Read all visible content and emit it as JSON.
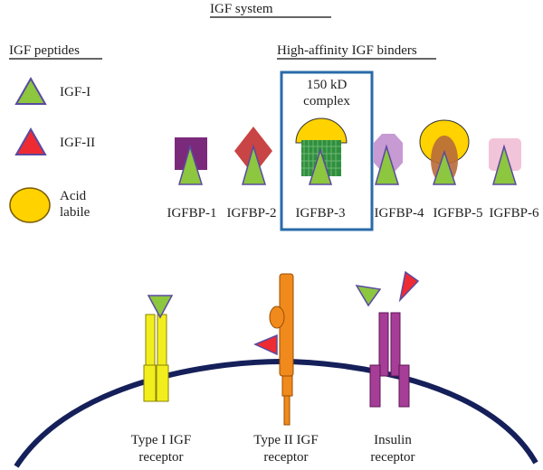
{
  "title": "IGF system",
  "left_section": {
    "heading": "IGF peptides",
    "items": [
      {
        "label": "IGF-I",
        "shape": "green-triangle-icon"
      },
      {
        "label": "IGF-II",
        "shape": "red-triangle-icon"
      },
      {
        "label_line1": "Acid",
        "label_line2": "labile",
        "shape": "yellow-oval-icon"
      }
    ]
  },
  "binders_section": {
    "heading": "High-affinity IGF binders",
    "complex_line1": "150 kD",
    "complex_line2": "complex",
    "binders": [
      "IGFBP-1",
      "IGFBP-2",
      "IGFBP-3",
      "IGFBP-4",
      "IGFBP-5",
      "IGFBP-6"
    ]
  },
  "receptors": [
    {
      "line1": "Type I IGF",
      "line2": "receptor"
    },
    {
      "line1": "Type II IGF",
      "line2": "receptor"
    },
    {
      "line1": "Insulin",
      "line2": "receptor"
    }
  ],
  "colors": {
    "igf1": "#8dc63f",
    "igf2": "#ee2b32",
    "triangle_outline": "#5a4aa0",
    "acid_labile": "#ffd200",
    "igfbp1": "#7b2a7b",
    "igfbp2": "#c94444",
    "igfbp3_box": "#2a6ba8",
    "igfbp3_core": "#2f8f3f",
    "igfbp4": "#c79ad3",
    "igfbp5": "#b86a3a",
    "igfbp6": "#f2c4d9",
    "type1_receptor": "#f2ee1e",
    "type2_receptor": "#f08a1c",
    "insulin_receptor": "#a63d97",
    "membrane": "#15205a"
  }
}
